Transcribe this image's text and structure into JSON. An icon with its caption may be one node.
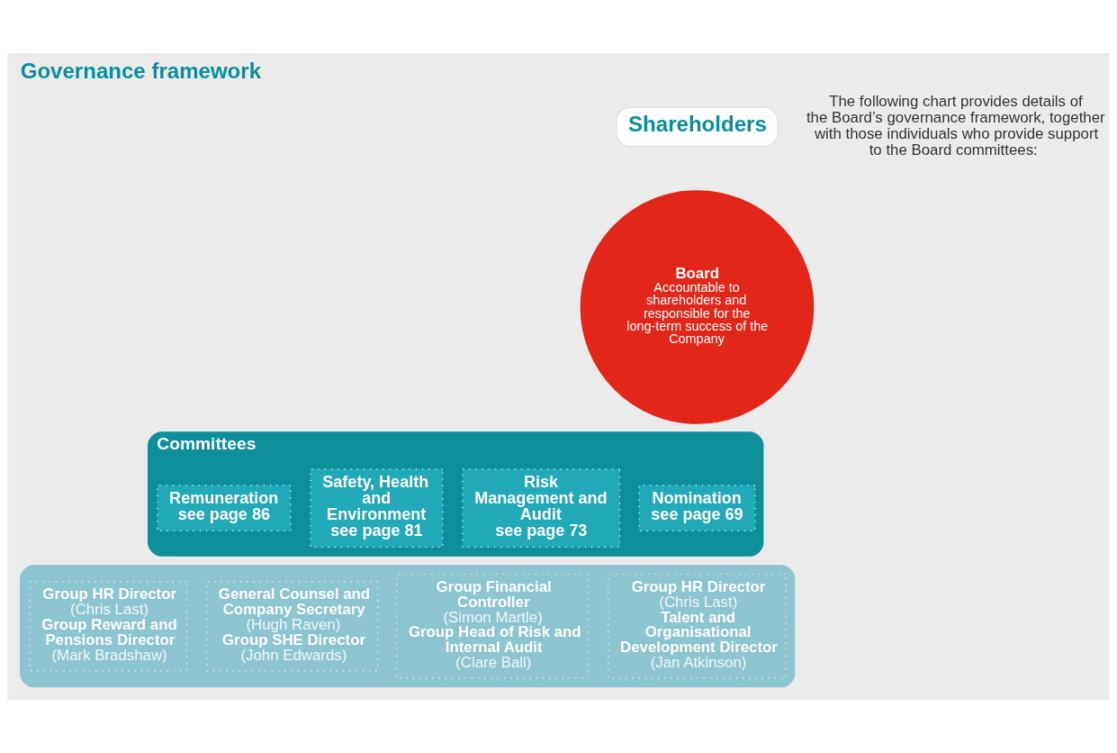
{
  "diagram": {
    "title": "Governance framework",
    "nodes": [
      {
        "text": [
          "Shareholders"
        ]
      },
      {
        "text": [
          "Board",
          "Accountable to shareholders and responsible for the long-term success of the Company"
        ]
      },
      {
        "text": [
          "Committees"
        ]
      },
      {
        "text": [
          "Nomination",
          "see page 69"
        ],
        "in": 2
      },
      {
        "text": [
          "Risk Management and Audit",
          "see page 73"
        ],
        "in": 2
      },
      {
        "text": [
          "Safety, Health and Environment",
          "see page 81"
        ],
        "in": 2
      },
      {
        "text": [
          "Remuneration",
          "see page 86"
        ],
        "in": 2
      },
      {
        "text": [],
        "shape": "band"
      },
      {
        "text": [
          "Group HR Director",
          "(Chris Last)",
          "Talent and Organisational Development Director",
          "(Jan Atkinson)"
        ],
        "in": 7
      },
      {
        "text": [
          "Group Financial Controller",
          "(Simon Martle)",
          "Group Head of Risk and Internal Audit",
          "(Clare Ball)"
        ],
        "in": 7
      },
      {
        "text": [
          "General Counsel and Company Secretary",
          "(Hugh Raven)",
          "Group SHE Director",
          "(John Edwards)"
        ],
        "in": 7
      },
      {
        "text": [
          "Group HR Director",
          "(Chris Last)",
          "Group Reward and Pensions Director",
          "(Mark Bradshaw)"
        ],
        "in": 7
      }
    ],
    "edges": [],
    "labels": [
      "The following chart provides details of the Board’s governance framework, together with those individuals who provide support to the Board committees:"
    ]
  }
}
